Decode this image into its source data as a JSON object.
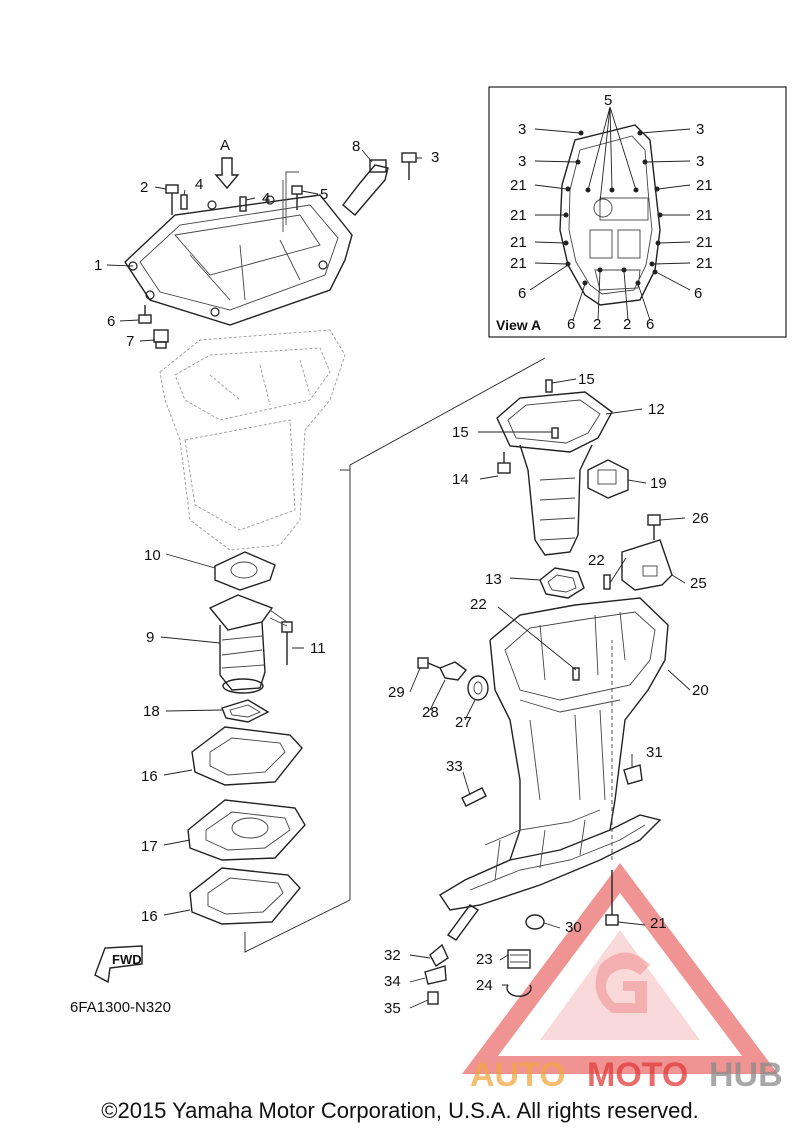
{
  "diagram_code": "6FA1300-N320",
  "view_label": "View A",
  "view_arrow_label": "A",
  "fwd_label": "FWD",
  "copyright": "©2015 Yamaha Motor Corporation, U.S.A. All rights reserved.",
  "watermark": {
    "part1": "AUTO",
    "part2": "MOTO",
    "part3": "HUB"
  },
  "colors": {
    "watermark_red": "#e23b3b",
    "watermark_orange": "#f4a640",
    "watermark_gray": "#8a8a8a"
  },
  "callouts": {
    "c1": "1",
    "c2": "2",
    "c3": "3",
    "c4a": "4",
    "c4b": "4",
    "c5": "5",
    "c6": "6",
    "c7": "7",
    "c8": "8",
    "c9": "9",
    "c10": "10",
    "c11": "11",
    "c12": "12",
    "c13": "13",
    "c14": "14",
    "c15a": "15",
    "c15b": "15",
    "c16a": "16",
    "c16b": "16",
    "c17": "17",
    "c18": "18",
    "c19": "19",
    "c20": "20",
    "c21": "21",
    "c22a": "22",
    "c22b": "22",
    "c23": "23",
    "c24": "24",
    "c25": "25",
    "c26": "26",
    "c27": "27",
    "c28": "28",
    "c29": "29",
    "c30": "30",
    "c31": "31",
    "c32": "32",
    "c33": "33",
    "c34": "34",
    "c35": "35"
  },
  "view_a_callouts": {
    "v5": "5",
    "v3a": "3",
    "v3b": "3",
    "v3c": "3",
    "v3d": "3",
    "v21a": "21",
    "v21b": "21",
    "v21c": "21",
    "v21d": "21",
    "v21e": "21",
    "v21f": "21",
    "v21g": "21",
    "v21h": "21",
    "v6a": "6",
    "v6b": "6",
    "v6c": "6",
    "v6d": "6",
    "v2a": "2",
    "v2b": "2"
  }
}
